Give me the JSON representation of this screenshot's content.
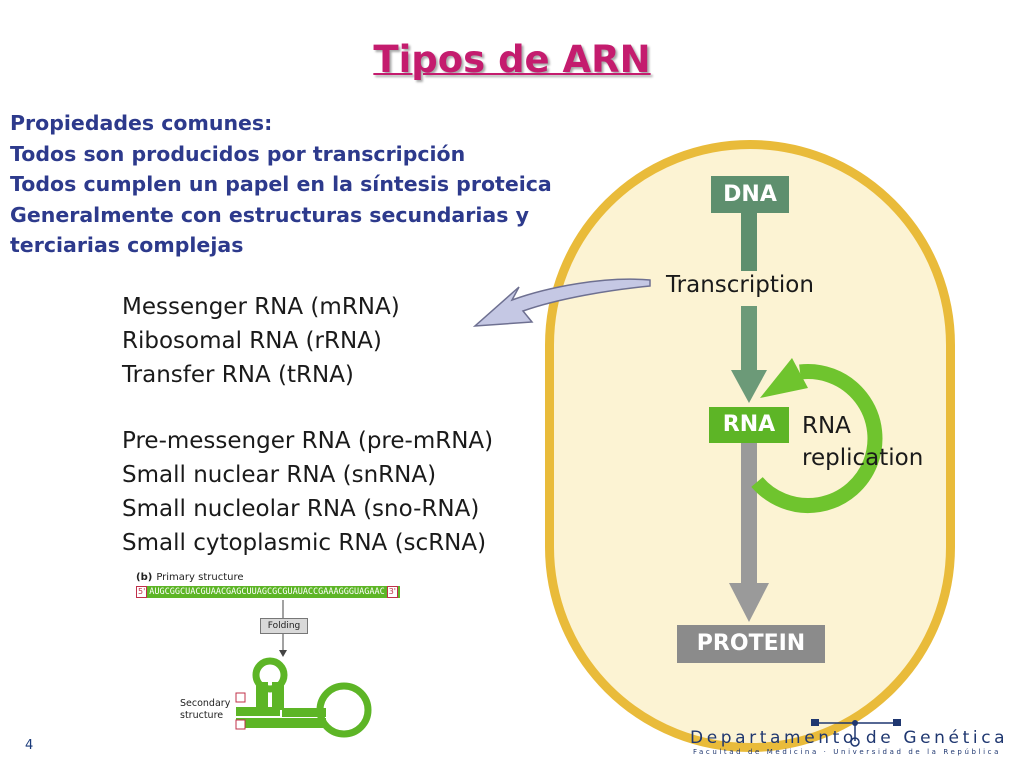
{
  "slide": {
    "title": "Tipos de ARN",
    "page_number": "4"
  },
  "properties": [
    "Propiedades comunes:",
    "Todos son producidos por transcripción",
    "Todos cumplen un papel en la síntesis proteica",
    "Generalmente con estructuras secundarias y",
    "terciarias complejas"
  ],
  "rna_types": {
    "group1": [
      "Messenger RNA (mRNA)",
      "Ribosomal RNA (rRNA)",
      "Transfer RNA (tRNA)"
    ],
    "group2": [
      "Pre-messenger RNA (pre-mRNA)",
      "Small nuclear RNA (snRNA)",
      "Small nucleolar RNA (sno-RNA)",
      "Small cytoplasmic RNA (scRNA)"
    ]
  },
  "diagram": {
    "dna": "DNA",
    "transcription": "Transcription",
    "rna": "RNA",
    "replication_line1": "RNA",
    "replication_line2": "replication",
    "protein": "PROTEIN"
  },
  "figure_b": {
    "panel": "(b)",
    "primary_label": "Primary structure",
    "five_prime": "5'",
    "three_prime": "3'",
    "sequence": "AUGCGGCUACGUAACGAGCUUAGCGCGUAUACCGAAAGGGUAGAAC",
    "folding": "Folding",
    "secondary_label": "Secondary structure"
  },
  "logo": {
    "name": "Departamento de Genética",
    "subtitle": "Facultad de Medicina · Universidad de la República"
  },
  "colors": {
    "title": "#c41c6e",
    "properties_text": "#2d3a8c",
    "cell_border": "#e9bb3a",
    "cell_fill": "#fcf3d3",
    "dna_box": "#5e8f6e",
    "rna_box": "#5db526",
    "protein_box": "#8b8b8b",
    "pointer_arrow": "#c5c8e4"
  }
}
